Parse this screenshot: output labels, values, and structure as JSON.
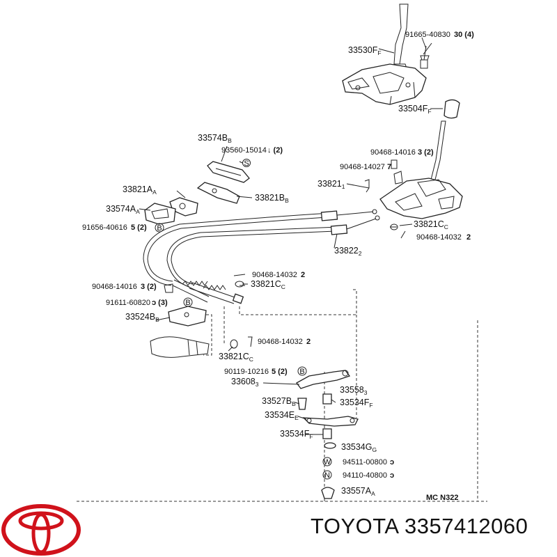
{
  "brand": {
    "title": "TOYOTA 3357412060",
    "logo_color": "#d0121b"
  },
  "diagram": {
    "code": "MC N322",
    "parts": [
      {
        "base": "33530F",
        "sub": "F"
      },
      {
        "base": "33504F",
        "sub": "F"
      },
      {
        "base": "33574B",
        "sub": "B"
      },
      {
        "base": "33821A",
        "sub": "A"
      },
      {
        "base": "33821B",
        "sub": "B"
      },
      {
        "base": "33574A",
        "sub": "A"
      },
      {
        "base": "33821",
        "sub": "1"
      },
      {
        "base": "33821C",
        "sub": "C"
      },
      {
        "base": "33822",
        "sub": "2"
      },
      {
        "base": "33821C",
        "sub": "C"
      },
      {
        "base": "33524B",
        "sub": "B"
      },
      {
        "base": "33821C",
        "sub": "C"
      },
      {
        "base": "33608",
        "sub": "3"
      },
      {
        "base": "33558",
        "sub": "3"
      },
      {
        "base": "33527B",
        "sub": "B"
      },
      {
        "base": "33534F",
        "sub": "F"
      },
      {
        "base": "33534E",
        "sub": "E"
      },
      {
        "base": "33534F",
        "sub": "F"
      },
      {
        "base": "33534G",
        "sub": "G"
      },
      {
        "base": "33557A",
        "sub": "A"
      }
    ],
    "fasteners": [
      {
        "num": "91665-40830",
        "qty": "30 (4)"
      },
      {
        "num": "93560-15014",
        "qty": "↓ (2)"
      },
      {
        "num": "90468-14016",
        "qty": "3 (2)"
      },
      {
        "num": "90468-14027",
        "qty": "7"
      },
      {
        "num": "91656-40616",
        "qty": "5 (2)"
      },
      {
        "num": "90468-14032",
        "qty": "2"
      },
      {
        "num": "90468-14032",
        "qty": "2"
      },
      {
        "num": "90468-14016",
        "qty": "3 (2)"
      },
      {
        "num": "91611-60820",
        "qty": "ɔ (3)"
      },
      {
        "num": "90468-14032",
        "qty": "2"
      },
      {
        "num": "90119-10216",
        "qty": "5 (2)"
      },
      {
        "num": "94511-00800",
        "qty": "ɔ"
      },
      {
        "num": "94110-40800",
        "qty": "ɔ"
      }
    ],
    "symbols": [
      "S",
      "B",
      "B",
      "B",
      "W",
      "N"
    ]
  }
}
